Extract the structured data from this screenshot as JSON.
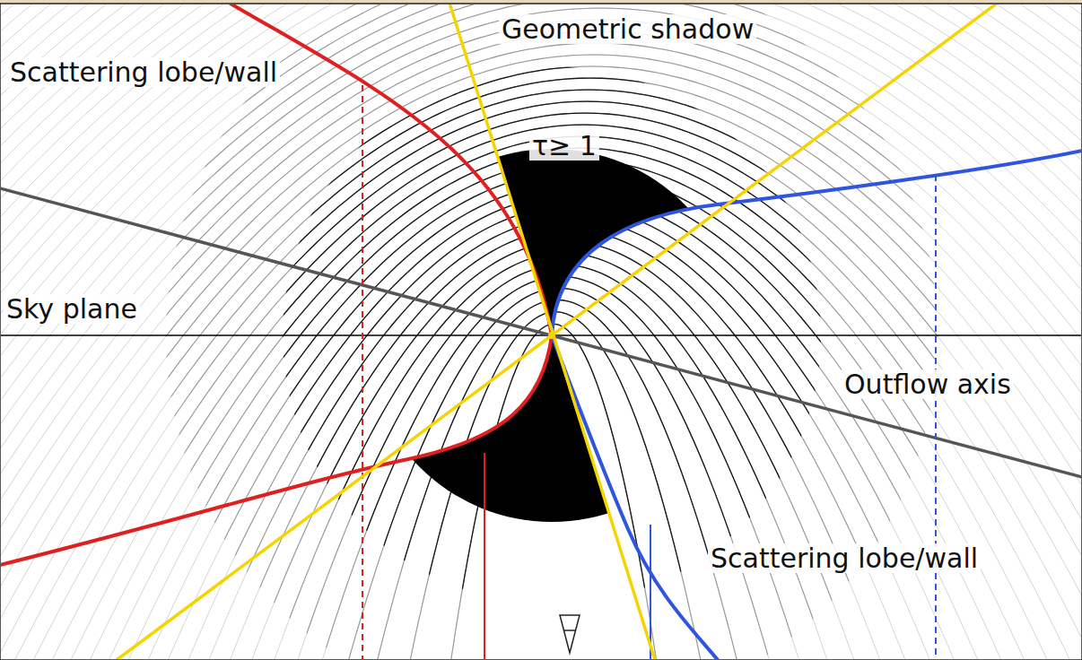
{
  "diagram": {
    "labels": [
      "Scattering lobe/wall",
      "Geometric shadow",
      "τ≥ 1",
      "Sky plane",
      "Outflow axis",
      "Scattering lobe/wall"
    ]
  }
}
